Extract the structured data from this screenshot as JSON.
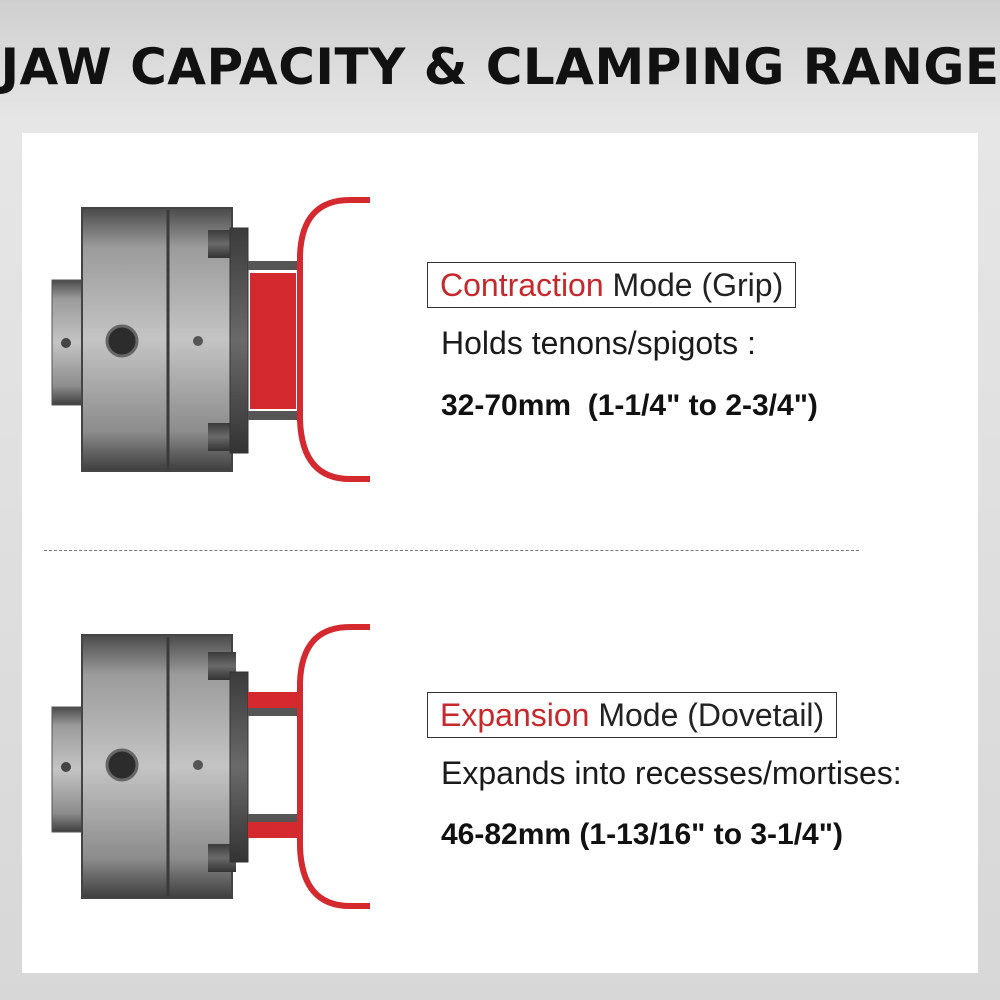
{
  "title": "JAW CAPACITY & CLAMPING RANGE",
  "colors": {
    "accent": "#d42a2f",
    "metal": "#8a8a8a",
    "text": "#111111"
  },
  "contraction": {
    "mode_accent": "Contraction",
    "mode_rest": " Mode (Grip)",
    "description": "Holds tenons/spigots :",
    "range": "32-70mm  (1-1/4\" to 2-3/4\")"
  },
  "expansion": {
    "mode_accent": "Expansion",
    "mode_rest": " Mode (Dovetail)",
    "description": "Expands into recesses/mortises:",
    "range": "46-82mm (1-13/16\" to 3-1/4\")"
  }
}
